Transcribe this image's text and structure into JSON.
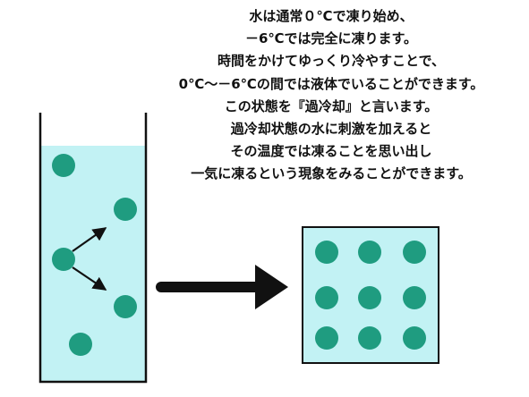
{
  "explanation": {
    "lines": [
      "水は通常０℃で凍り始め、",
      "－6℃では完全に凍ります。",
      "時間をかけてゆっくり冷やすことで、",
      "0℃～－6℃の間では液体でいることができます。",
      "この状態を『過冷却』と言います。",
      "過冷却状態の水に刺激を加えると",
      "その温度では凍ることを思い出し",
      "一気に凍るという現象をみることができます。"
    ]
  },
  "colors": {
    "water": "#c2f2f4",
    "molecule": "#1f9c80",
    "outline": "#111111",
    "text": "#111111",
    "background": "#ffffff"
  },
  "icons": {
    "motion_arrow": "thin-arrow-icon",
    "transition_arrow": "thick-right-arrow-icon"
  }
}
